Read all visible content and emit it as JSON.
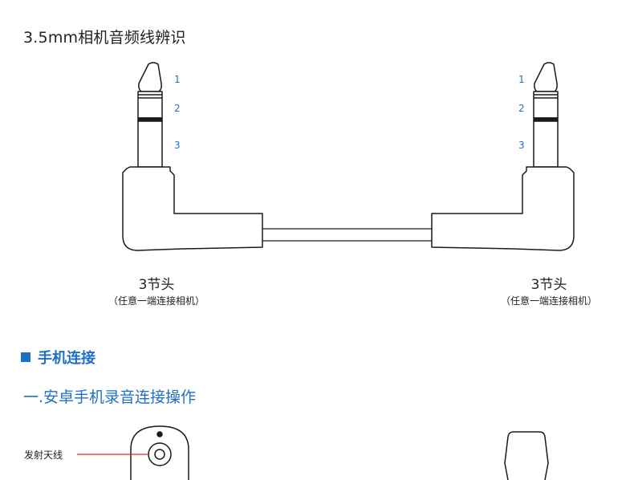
{
  "page": {
    "title": "3.5mm相机音频线辨识",
    "section_heading": "手机连接",
    "subtitle": "一.安卓手机录音连接操作",
    "antenna_label": "发射天线"
  },
  "plugs": [
    {
      "segments": [
        "1",
        "2",
        "3"
      ],
      "label": "3节头",
      "note": "（任意一端连接相机）"
    },
    {
      "segments": [
        "1",
        "2",
        "3"
      ],
      "label": "3节头",
      "note": "（任意一端连接相机）"
    }
  ],
  "colors": {
    "accent": "#1f6fc4",
    "callout_line": "#d9302c",
    "outline": "#1a1a1a"
  }
}
